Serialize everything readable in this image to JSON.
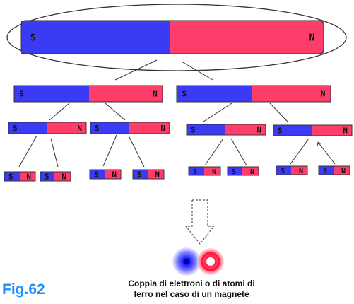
{
  "colors": {
    "south_pole": "#3b3bf5",
    "north_pole": "#ff3d6a",
    "outline": "#333333",
    "figure_label": "#1e90ff"
  },
  "magnets": [
    {
      "s": "S",
      "n": "N"
    },
    {
      "s": "S",
      "n": "N"
    },
    {
      "s": "S",
      "n": "N"
    },
    {
      "s": "S",
      "n": "N"
    },
    {
      "s": "S",
      "n": "N"
    },
    {
      "s": "S",
      "n": "N"
    },
    {
      "s": "S",
      "n": "N"
    },
    {
      "s": "S",
      "n": "N"
    },
    {
      "s": "S",
      "n": "N"
    },
    {
      "s": "S",
      "n": "N"
    },
    {
      "s": "S",
      "n": "N"
    },
    {
      "s": "S",
      "n": "N"
    },
    {
      "s": "S",
      "n": "N"
    },
    {
      "s": "S",
      "n": "N"
    },
    {
      "s": "S",
      "n": "N"
    }
  ],
  "icons": {
    "down_arrow": "hollow-down-arrow-icon",
    "particle_pair": "electron-pair-icon"
  },
  "figure_label": "Fig.62",
  "caption": {
    "line1": "Coppia di elettroni o di atomi di",
    "line2": "ferro nel caso di un magnete"
  }
}
